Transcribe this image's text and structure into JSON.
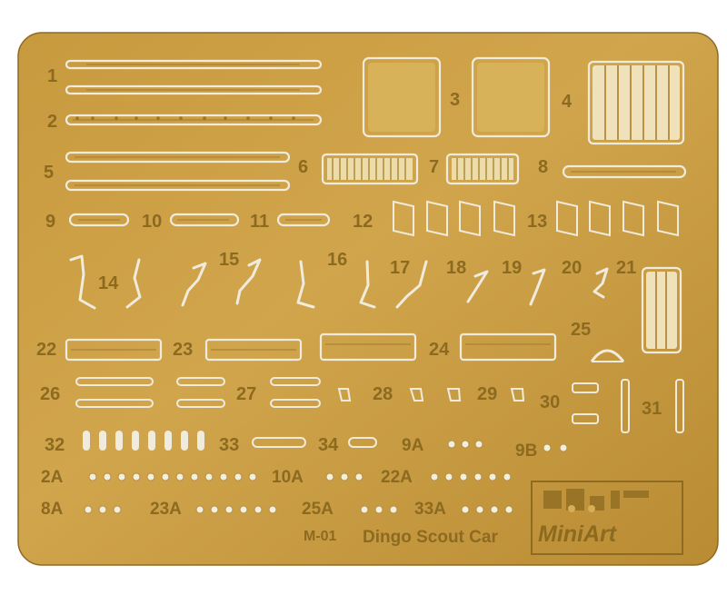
{
  "part_numbers": [
    "1",
    "2",
    "3",
    "4",
    "5",
    "6",
    "7",
    "8",
    "9",
    "10",
    "11",
    "12",
    "13",
    "14",
    "15",
    "16",
    "17",
    "18",
    "19",
    "20",
    "21",
    "22",
    "23",
    "24",
    "25",
    "26",
    "27",
    "28",
    "29",
    "30",
    "31",
    "32",
    "33",
    "34"
  ],
  "small_parts": [
    "9A",
    "9B",
    "2A",
    "10A",
    "22A",
    "8A",
    "23A",
    "25A",
    "33A"
  ],
  "kit_code": "M-01",
  "kit_name": "Dingo Scout Car",
  "brand": "MiniArt",
  "colors": {
    "brass": "#c99b43",
    "brass_dark": "#9f7427",
    "brass_light": "#e2c06b",
    "cut": "#f3efdf"
  }
}
